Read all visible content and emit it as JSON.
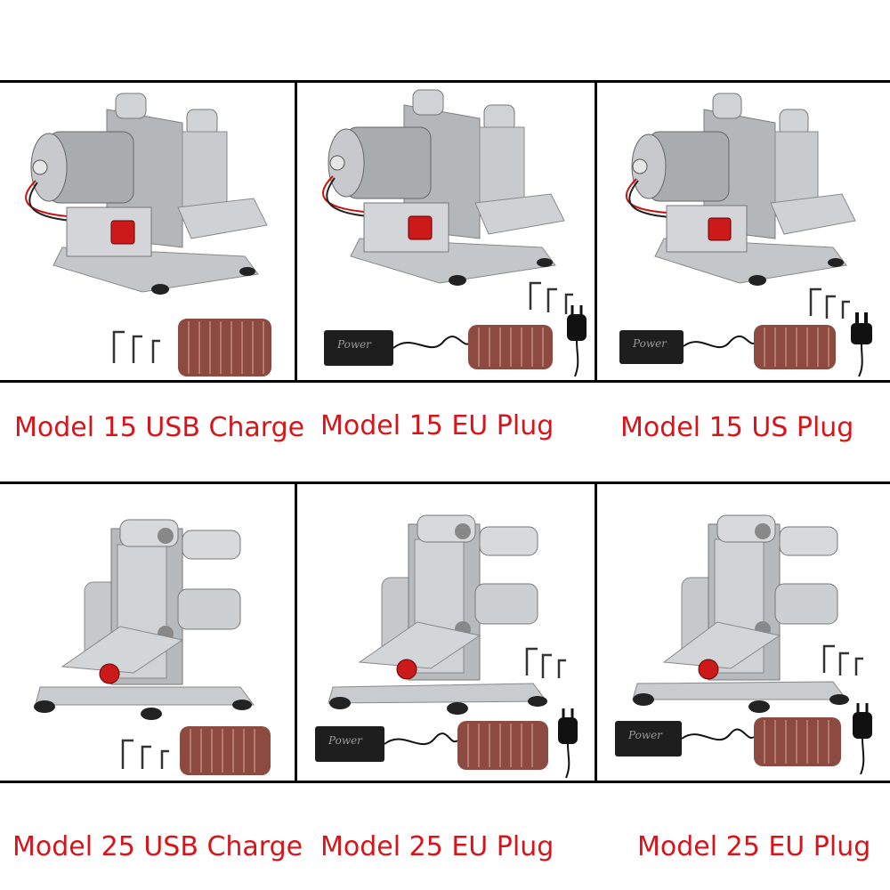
{
  "colors": {
    "caption": "#d8141a",
    "frame": "#000000",
    "steel": "#b9bcbf",
    "belt": "#8c4a40",
    "switch": "#cc1a1a"
  },
  "row1": {
    "captions": [
      "Model 15 USB Charge",
      "Model 15 EU Plug",
      "Model 15 US Plug"
    ]
  },
  "row2": {
    "captions": [
      "Model 25 USB Charge",
      "Model 25 EU Plug",
      "Model 25 EU Plug"
    ]
  },
  "adapter_label": "Power",
  "products": [
    {
      "model": "15",
      "kit": "usb"
    },
    {
      "model": "15",
      "kit": "eu"
    },
    {
      "model": "15",
      "kit": "us"
    },
    {
      "model": "25",
      "kit": "usb"
    },
    {
      "model": "25",
      "kit": "eu"
    },
    {
      "model": "25",
      "kit": "eu"
    }
  ]
}
